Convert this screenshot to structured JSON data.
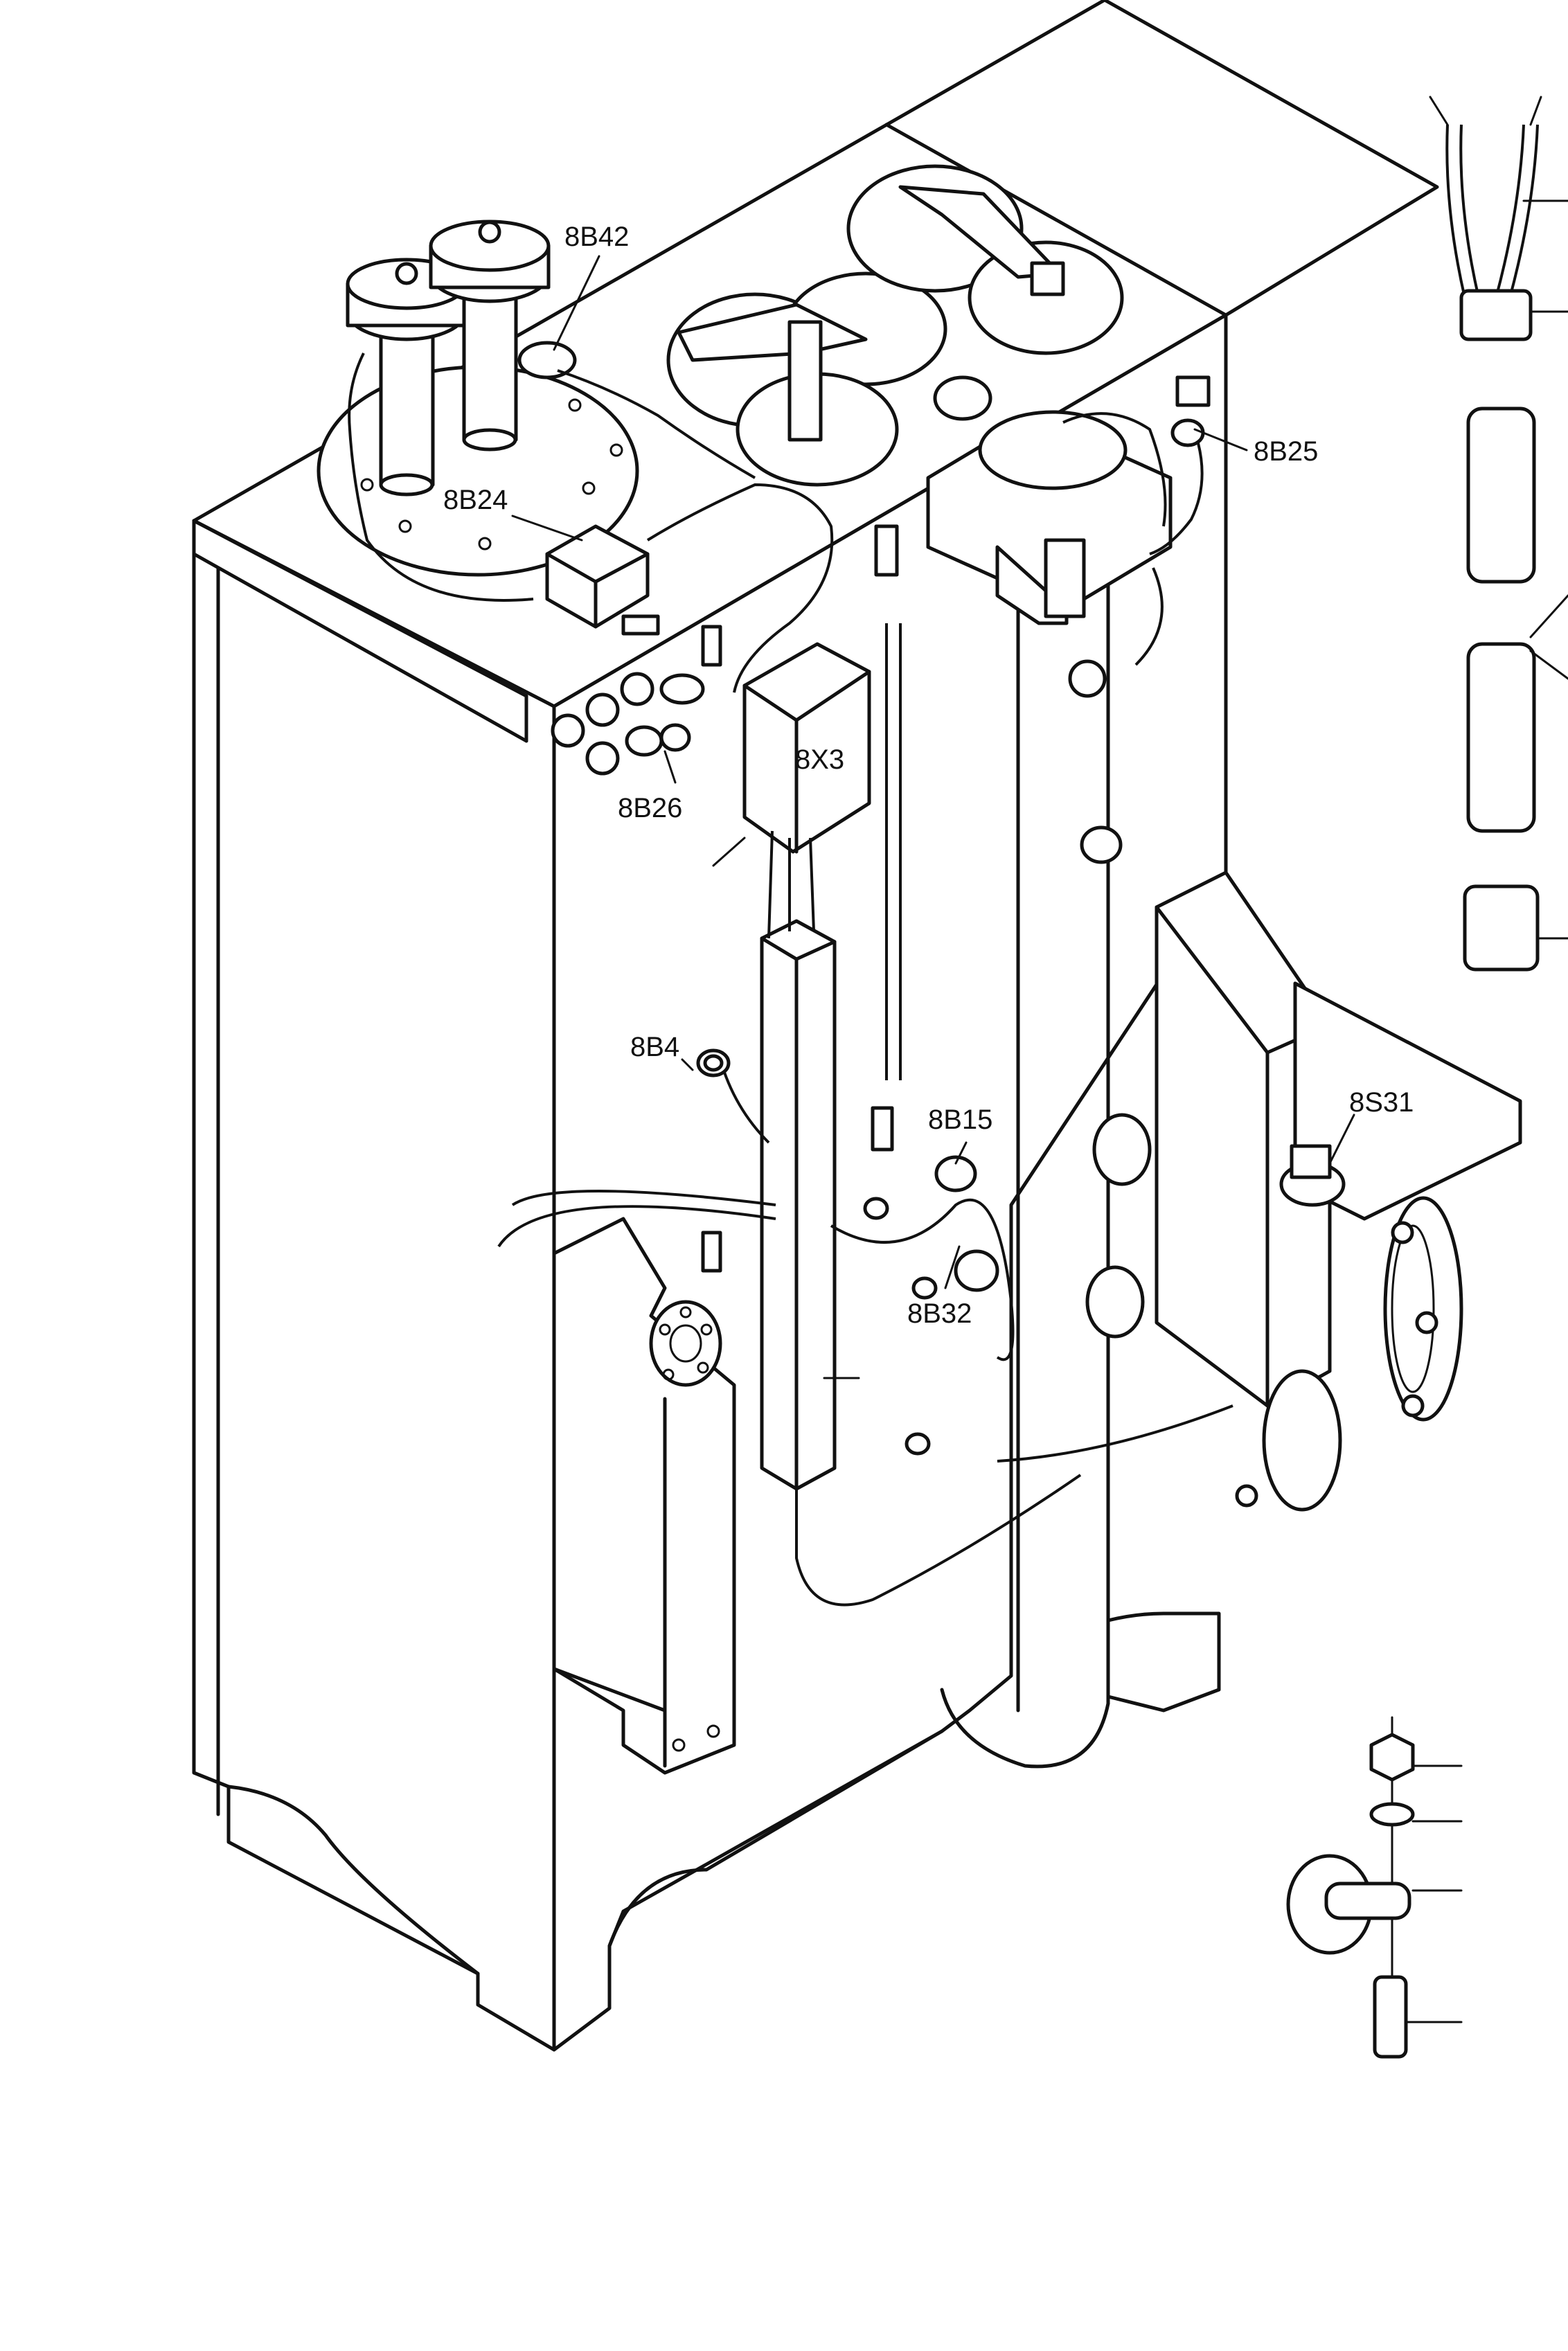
{
  "labels": {
    "l8B42": "8B42",
    "l8B24": "8B24",
    "l8B25": "8B25",
    "l8X3": "8X3",
    "l8B26": "8B26",
    "l8B4": "8B4",
    "l8B15": "8B15",
    "l8B32": "8B32",
    "l8S31": "8S31"
  },
  "colors": {
    "ink": "#111111",
    "paper": "#ffffff"
  }
}
